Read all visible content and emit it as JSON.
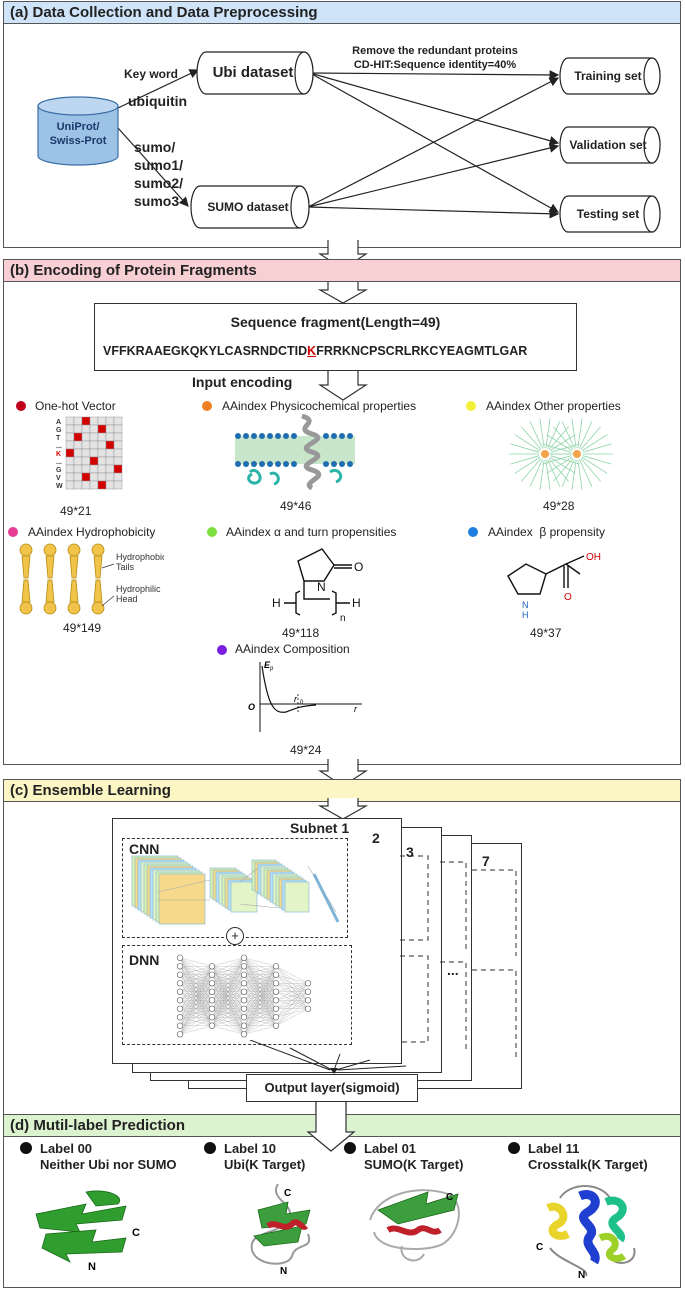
{
  "colors": {
    "a_header": "#cfe4f8",
    "b_header": "#f8d0d3",
    "c_header": "#fbf6c4",
    "d_header": "#dcf3cf",
    "cylinder": "#9cc3e6",
    "red": "#d40000"
  },
  "section_a": {
    "title": "(a) Data Collection and Data Preprocessing",
    "uniprot": [
      "UniProt/",
      "Swiss-Prot"
    ],
    "keyword": "Key word",
    "ubiquitin": "ubiquitin",
    "sumo_terms": [
      "sumo/",
      "sumo1/",
      "sumo2/",
      "sumo3"
    ],
    "ubi_dataset": "Ubi dataset",
    "sumo_dataset": "SUMO dataset",
    "remove_note": [
      "Remove the redundant proteins",
      "CD-HIT:Sequence identity=40%"
    ],
    "sets": [
      "Training set",
      "Validation set",
      "Testing set"
    ]
  },
  "section_b": {
    "title": "(b) Encoding of Protein Fragments",
    "fragment_title": "Sequence fragment(Length=49)",
    "seq_before": "VFFKRAAEGKQKYLCASRNDCTID",
    "seq_k": "K",
    "seq_f": "F",
    "seq_r": "R",
    "seq_rk": "RK",
    "seq_after": "NCPSCRLRKCYEAGMTLGAR",
    "input_encoding": "Input encoding",
    "encodings": [
      {
        "name": "One-hot Vector",
        "dim": "49*21",
        "color": "#c0001a"
      },
      {
        "name": "AAindex Physicochemical properties",
        "dim": "49*46",
        "color": "#f08020"
      },
      {
        "name": "AAindex Other properties",
        "dim": "49*28",
        "color": "#f3f03a"
      },
      {
        "name": "AAindex Hydrophobicity",
        "dim": "49*149",
        "color": "#e83c96"
      },
      {
        "name": "AAindex α and turn propensities",
        "dim": "49*118",
        "color": "#7ee040"
      },
      {
        "name": "AAindex  β propensity",
        "dim": "49*37",
        "color": "#1e7fe0"
      },
      {
        "name": "AAindex Composition",
        "dim": "49*24",
        "color": "#7a1ee0"
      }
    ],
    "onehot_letters": [
      "A",
      "G",
      "T",
      "...",
      "K",
      "...",
      "G",
      "V",
      "W"
    ],
    "hydro_labels": [
      "Hydrophobic",
      "Tails",
      "Hydrophilic",
      "Head"
    ],
    "alpha_labels": [
      "N",
      "O",
      "H",
      "H",
      "n"
    ],
    "beta_labels": [
      "N",
      "H",
      "O",
      "OH"
    ],
    "potential_labels": [
      "E",
      "p",
      "O",
      "r",
      "0",
      "r"
    ]
  },
  "section_c": {
    "title": "(c) Ensemble Learning",
    "subnet": "Subnet 1",
    "nums": [
      "2",
      "3",
      "7"
    ],
    "ellipsis": "...",
    "cnn": "CNN",
    "dnn": "DNN",
    "output": "Output layer(sigmoid)"
  },
  "section_d": {
    "title": "(d) Mutil-label Prediction",
    "labels": [
      {
        "title": "Label 00",
        "sub": "Neither Ubi nor SUMO"
      },
      {
        "title": "Label 10",
        "sub": "Ubi(K Target)"
      },
      {
        "title": "Label 01",
        "sub": "SUMO(K Target)"
      },
      {
        "title": "Label 11",
        "sub": "Crosstalk(K Target)"
      }
    ],
    "protein_marks": [
      "C",
      "N",
      "C",
      "N",
      "C",
      "C",
      "N"
    ]
  }
}
